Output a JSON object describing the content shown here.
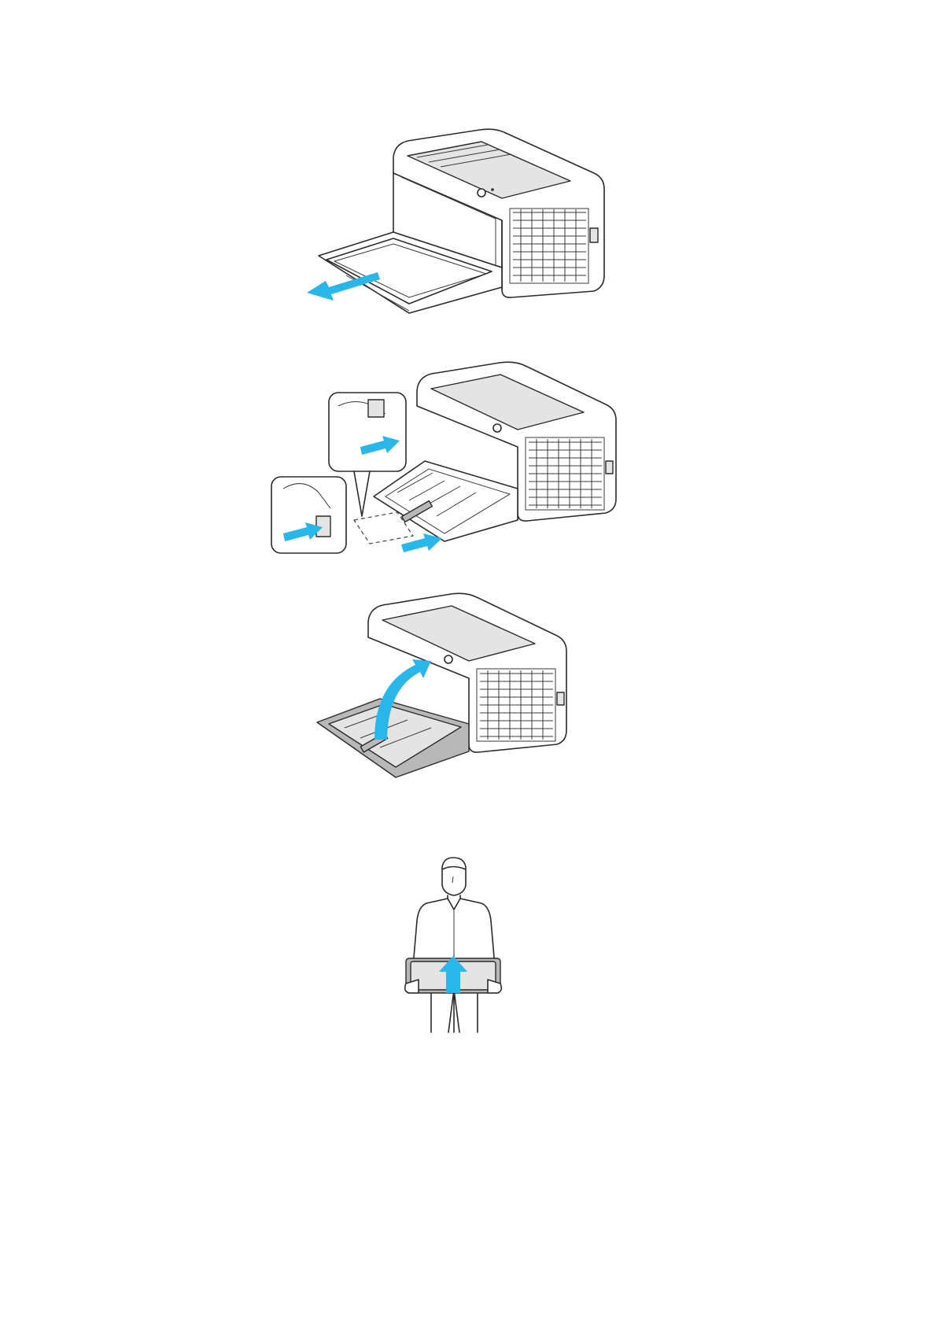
{
  "figures": [
    {
      "name": "printer-remove-paper",
      "arrow": "pull-out"
    },
    {
      "name": "printer-adjust-guides",
      "arrow": "push-in"
    },
    {
      "name": "printer-close-tray",
      "arrow": "lift-up"
    },
    {
      "name": "person-carrying-printer",
      "arrow": "up"
    }
  ],
  "colors": {
    "arrow": "#29b6e8",
    "line": "#2b2b2b",
    "tray_gray": "#b8b8b8"
  }
}
